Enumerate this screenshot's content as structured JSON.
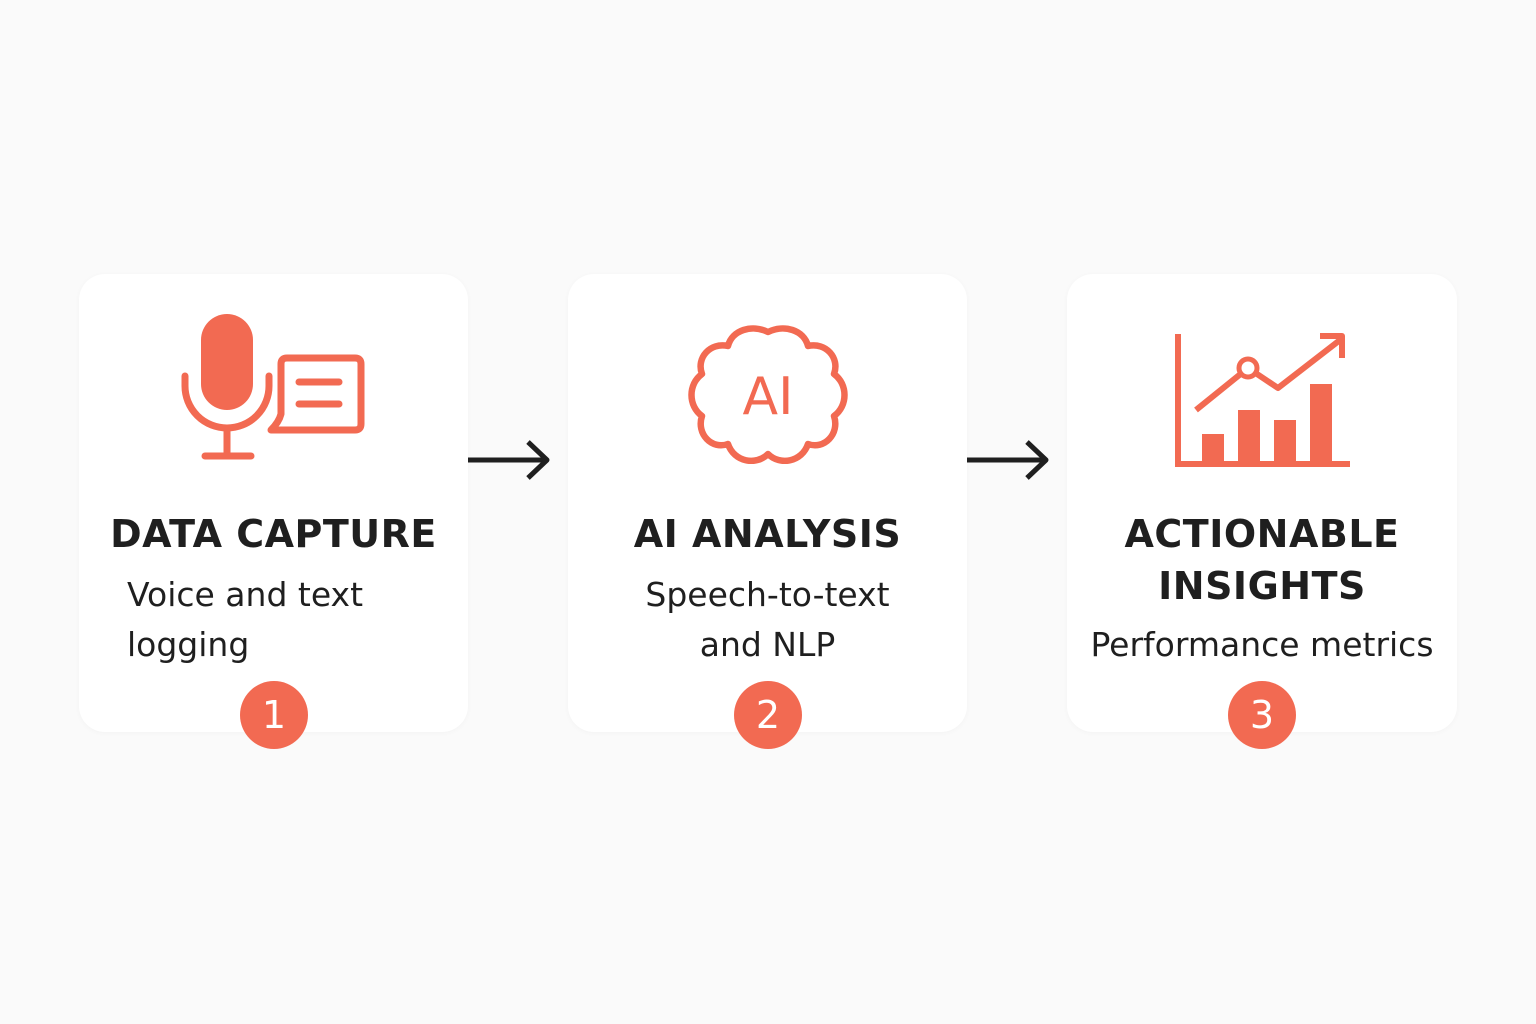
{
  "colors": {
    "accent": "#f26a52",
    "text": "#1f1f1f",
    "card_background": "#ffffff",
    "page_background": "#fafafa"
  },
  "steps": [
    {
      "title": "DATA CAPTURE",
      "subtitle": "Voice and text logging",
      "number": "1",
      "icon": "microphone-chat-icon"
    },
    {
      "title": "AI ANALYSIS",
      "subtitle_lines": [
        "Speech-to-text",
        "and NLP"
      ],
      "number": "2",
      "icon": "ai-brain-icon",
      "icon_text": "AI"
    },
    {
      "title_lines": [
        "ACTIONABLE",
        "INSIGHTS"
      ],
      "subtitle": "Performance metrics",
      "number": "3",
      "icon": "growth-chart-icon"
    }
  ],
  "connectors": [
    "arrow-right-icon",
    "arrow-right-icon"
  ]
}
